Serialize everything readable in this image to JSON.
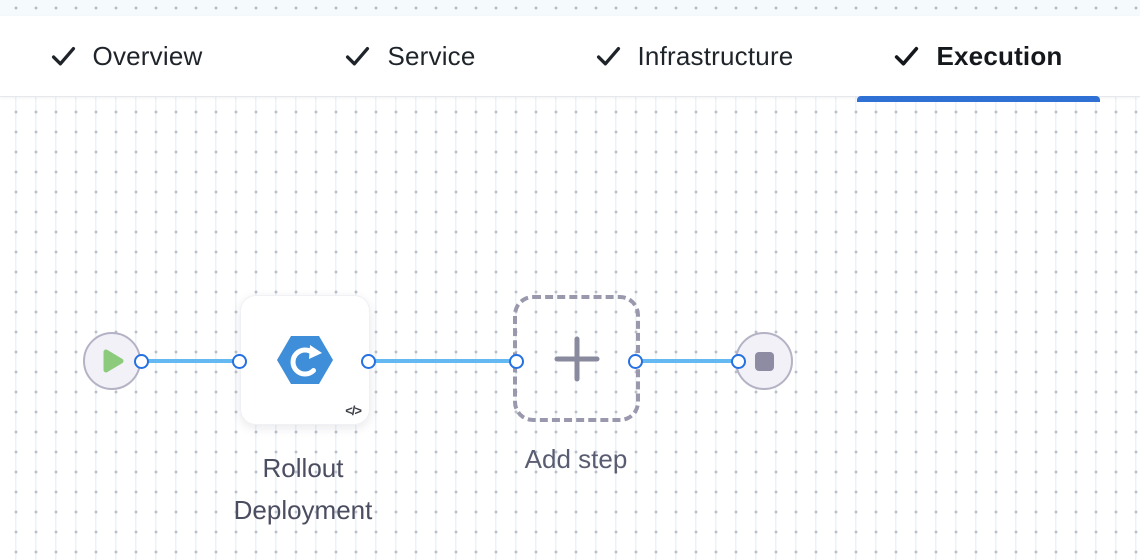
{
  "tabs": {
    "items": [
      {
        "label": "Overview",
        "completed": true,
        "active": false
      },
      {
        "label": "Service",
        "completed": true,
        "active": false
      },
      {
        "label": "Infrastructure",
        "completed": true,
        "active": false
      },
      {
        "label": "Execution",
        "completed": true,
        "active": true
      }
    ]
  },
  "canvas": {
    "start_node": {
      "icon": "play-icon"
    },
    "steps": {
      "rollout": {
        "label": "Rollout Deployment",
        "badge": "</>",
        "icon": "k8s-rolling-deploy-icon"
      },
      "add_step": {
        "label": "Add step",
        "icon": "plus-icon"
      }
    },
    "end_node": {
      "icon": "stop-icon"
    }
  },
  "colors": {
    "accent_blue": "#2e70d4",
    "connector_blue": "#64b9f2",
    "port_border_blue": "#2671e1",
    "step_icon_blue": "#3e8ed9",
    "play_green": "#8cca7c",
    "node_gray": "#8d8ca2",
    "dashed_gray": "#9a98ad",
    "grid_dot": "#b9c0ca",
    "grid_line": "#e9f3fa"
  }
}
